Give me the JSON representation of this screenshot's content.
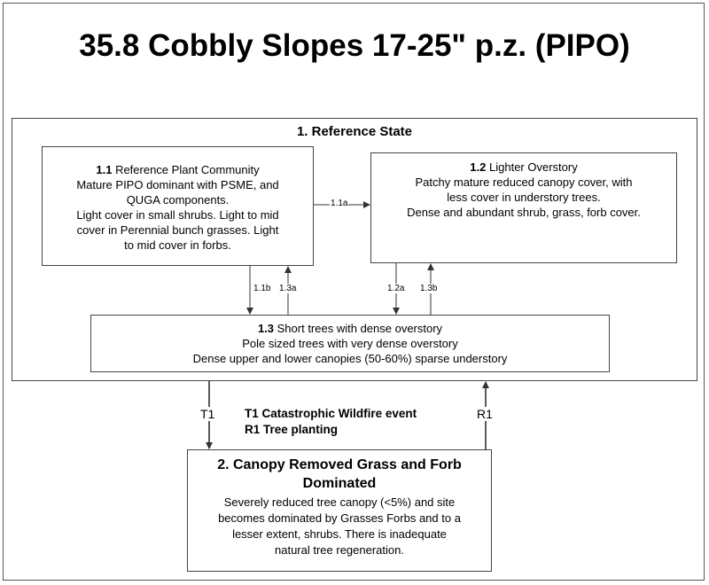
{
  "title": "35.8 Cobbly Slopes 17-25\" p.z. (PIPO)",
  "reference_state": {
    "title": "1. Reference State",
    "communities": [
      {
        "id": "1.1",
        "name": "Reference Plant Community",
        "lines": [
          "Mature PIPO dominant with PSME, and",
          "QUGA components.",
          "Light cover in small shrubs.  Light to mid",
          "cover in Perennial bunch grasses. Light",
          "to mid cover in forbs."
        ]
      },
      {
        "id": "1.2",
        "name": "Lighter Overstory",
        "lines": [
          "Patchy mature reduced canopy cover, with",
          "less cover in understory trees.",
          "Dense and abundant shrub, grass, forb cover."
        ]
      },
      {
        "id": "1.3",
        "name": "Short trees with dense overstory",
        "lines": [
          "Pole sized trees with very dense overstory",
          "Dense upper and lower canopies (50-60%) sparse understory"
        ]
      }
    ],
    "transitions": {
      "t_1_1a": "1.1a",
      "t_1_1b": "1.1b",
      "t_1_3a": "1.3a",
      "t_1_2a": "1.2a",
      "t_1_3b": "1.3b"
    }
  },
  "state_transitions": {
    "t1": "T1",
    "r1": "R1"
  },
  "legend": {
    "t1": "T1 Catastrophic Wildfire event",
    "r1": "R1 Tree planting"
  },
  "state2": {
    "title": "2. Canopy Removed Grass and Forb Dominated",
    "lines": [
      "Severely reduced tree canopy (<5%) and site",
      "becomes dominated by Grasses Forbs and to a",
      "lesser extent, shrubs. There is inadequate",
      "natural tree regeneration."
    ]
  }
}
